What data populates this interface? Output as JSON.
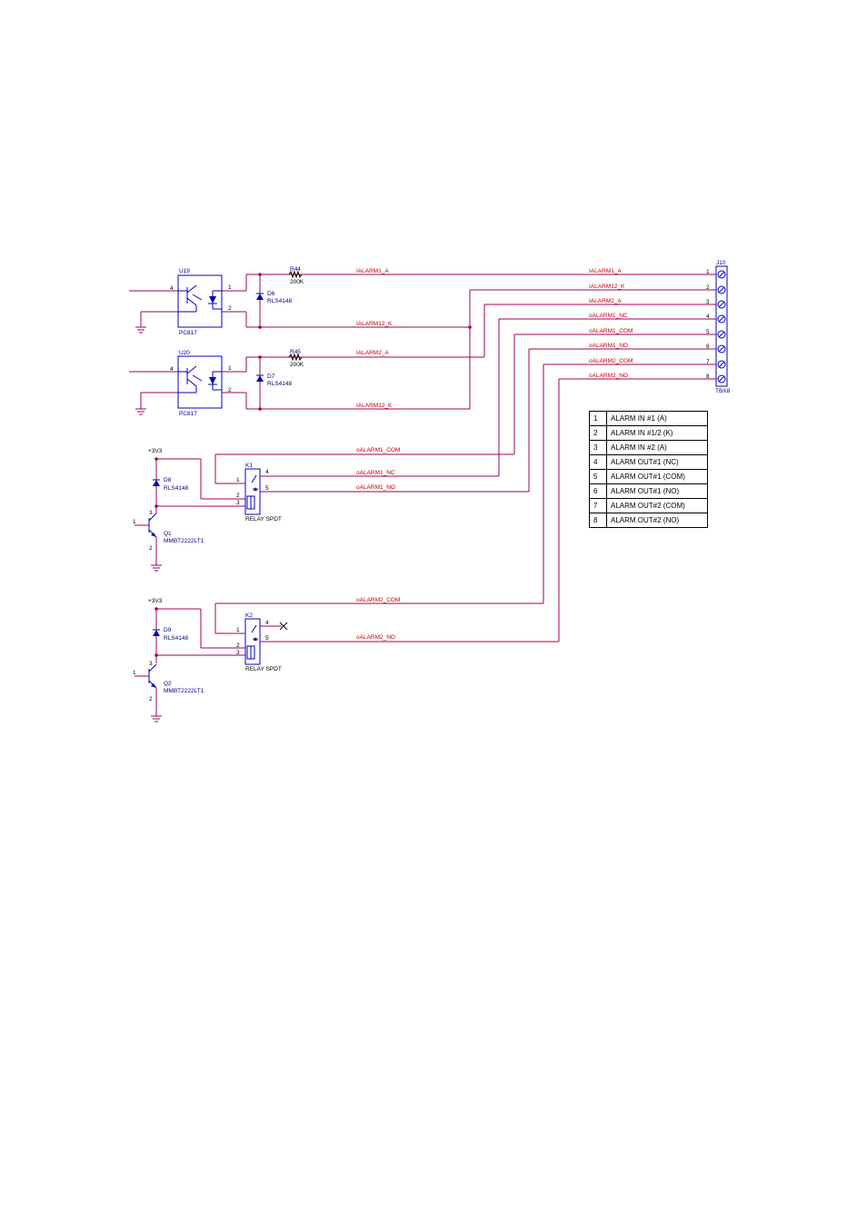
{
  "connector": {
    "ref": "J10",
    "value": "TBX8",
    "pins": [
      "1",
      "2",
      "3",
      "4",
      "5",
      "6",
      "7",
      "8"
    ],
    "nets": [
      "IALARM1_A",
      "IALARM12_K",
      "IALARM2_A",
      "oALARM1_NC",
      "oALARM1_COM",
      "oALARM1_NO",
      "oALARM2_COM",
      "oALARM2_NO"
    ]
  },
  "opto1": {
    "ref": "U19",
    "value": "PC817",
    "pin4": "4",
    "pin1": "1",
    "pin2": "2"
  },
  "opto2": {
    "ref": "U20",
    "value": "PC817",
    "pin4": "4",
    "pin1": "1",
    "pin2": "2"
  },
  "r44": {
    "ref": "R44",
    "value": "200K"
  },
  "r45": {
    "ref": "R45",
    "value": "200K"
  },
  "d6": {
    "ref": "D6",
    "value": "RLS4148"
  },
  "d7": {
    "ref": "D7",
    "value": "RLS4148"
  },
  "d8": {
    "ref": "D8",
    "value": "RLS4148"
  },
  "d9": {
    "ref": "D9",
    "value": "RLS4148"
  },
  "q1": {
    "ref": "Q1",
    "value": "MMBT2222LT1",
    "pin1": "1",
    "pin2": "2",
    "pin3": "3"
  },
  "q2": {
    "ref": "Q2",
    "value": "MMBT2222LT1",
    "pin1": "1",
    "pin2": "2",
    "pin3": "3"
  },
  "k1": {
    "ref": "K1",
    "value": "RELAY SPDT",
    "pin1": "1",
    "pin2": "2",
    "pin3": "3",
    "pin4": "4",
    "pin5": "5"
  },
  "k2": {
    "ref": "K2",
    "value": "RELAY SPDT",
    "pin1": "1",
    "pin2": "2",
    "pin3": "3",
    "pin4": "4",
    "pin5": "5"
  },
  "supply": {
    "label": "+3V3"
  },
  "wire_labels": {
    "ialarm1_a": "IALARM1_A",
    "ialarm12_k_1": "IALARM12_K",
    "ialarm2_a": "IALARM2_A",
    "ialarm12_k_2": "IALARM12_K",
    "oalarm1_com": "oALARM1_COM",
    "oalarm1_nc": "oALARM1_NC",
    "oalarm1_no": "oALARM1_NO",
    "oalarm2_com": "oALARM2_COM",
    "oalarm2_no": "oALARM2_NO"
  },
  "pin_table": {
    "rows": [
      {
        "n": "1",
        "desc": "ALARM IN #1 (A)"
      },
      {
        "n": "2",
        "desc": "ALARM IN #1/2 (K)"
      },
      {
        "n": "3",
        "desc": "ALARM IN #2 (A)"
      },
      {
        "n": "4",
        "desc": "ALARM OUT#1 (NC)"
      },
      {
        "n": "5",
        "desc": "ALARM OUT#1 (COM)"
      },
      {
        "n": "6",
        "desc": "ALARM OUT#1 (NO)"
      },
      {
        "n": "7",
        "desc": "ALARM OUT#2 (COM)"
      },
      {
        "n": "8",
        "desc": "ALARM OUT#2 (NO)"
      }
    ]
  },
  "colors": {
    "wire": "#a0005a",
    "component": "#0000c0",
    "net_label": "#c00000"
  }
}
